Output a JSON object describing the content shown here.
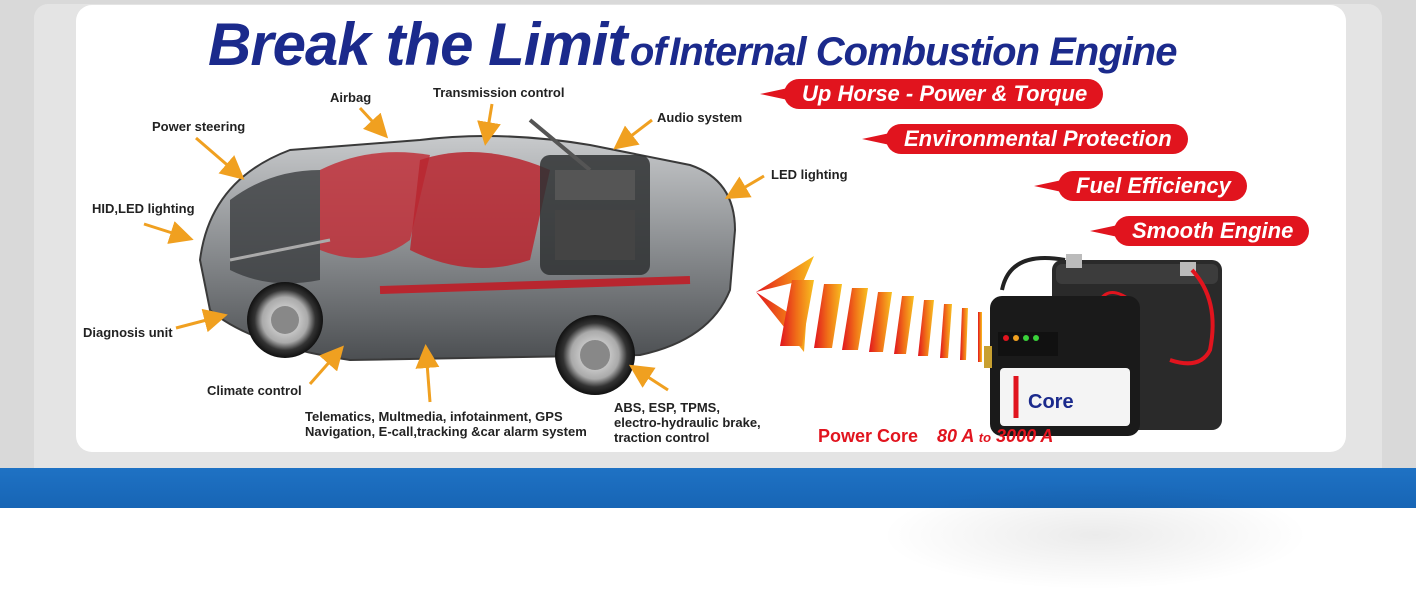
{
  "headline": {
    "part1": "Break the Limit",
    "part2": "of",
    "part3": "Internal Combustion Engine"
  },
  "labels": {
    "airbag": "Airbag",
    "transmission": "Transmission control",
    "audio": "Audio system",
    "power_steering": "Power steering",
    "led_lighting": "LED lighting",
    "hid_led": "HID,LED lighting",
    "diagnosis": "Diagnosis unit",
    "climate": "Climate control",
    "telematics_1": "Telematics, Multmedia,  infotainment, GPS",
    "telematics_2": "Navigation, E-call,tracking &car alarm system",
    "abs_1": "ABS, ESP, TPMS,",
    "abs_2": "electro-hydraulic brake,",
    "abs_3": "traction control"
  },
  "benefits": [
    "Up Horse - Power & Torque",
    "Environmental Protection",
    "Fuel Efficiency",
    "Smooth Engine"
  ],
  "product": {
    "brand_name": "Power Core",
    "range_low": "80 A",
    "range_to": "to",
    "range_high": "3000 A",
    "device_logo": "Core"
  },
  "colors": {
    "headline": "#1b2a8c",
    "accent_red": "#e1141e",
    "arrow_orange": "#f0a020",
    "bar_blue": "#1765b5"
  }
}
